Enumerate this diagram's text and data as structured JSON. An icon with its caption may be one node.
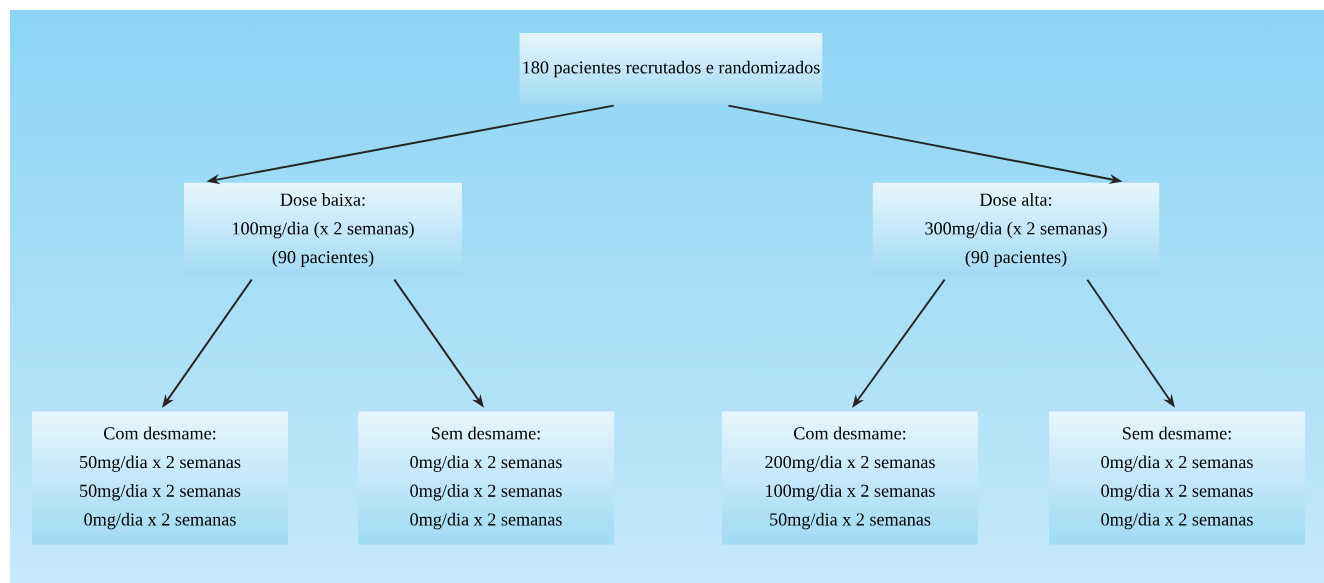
{
  "diagram": {
    "nodes": [
      {
        "text": [
          "180 pacientes recrutados e randomizados"
        ]
      },
      {
        "text": [
          "Dose baixa:",
          "100mg/dia (x 2 semanas)",
          "(90 pacientes)"
        ]
      },
      {
        "text": [
          "Dose alta:",
          "300mg/dia (x 2 semanas)",
          "(90 pacientes)"
        ]
      },
      {
        "text": [
          "Com desmame:",
          "50mg/dia x 2 semanas",
          "50mg/dia x 2 semanas",
          "0mg/dia x 2 semanas"
        ]
      },
      {
        "text": [
          "Sem desmame:",
          "0mg/dia x 2 semanas",
          "0mg/dia x 2 semanas",
          "0mg/dia x 2 semanas"
        ]
      },
      {
        "text": [
          "Com desmame:",
          "200mg/dia x 2 semanas",
          "100mg/dia x 2 semanas",
          "50mg/dia x 2 semanas"
        ]
      },
      {
        "text": [
          "Sem desmame:",
          "0mg/dia x 2 semanas",
          "0mg/dia x 2 semanas",
          "0mg/dia x 2 semanas"
        ]
      }
    ],
    "edges": [
      {
        "from": 0,
        "to": 1,
        "arrow": "to"
      },
      {
        "from": 0,
        "to": 2,
        "arrow": "to"
      },
      {
        "from": 1,
        "to": 3,
        "arrow": "to"
      },
      {
        "from": 1,
        "to": 4,
        "arrow": "to"
      },
      {
        "from": 2,
        "to": 5,
        "arrow": "to"
      },
      {
        "from": 2,
        "to": 6,
        "arrow": "to"
      }
    ]
  }
}
